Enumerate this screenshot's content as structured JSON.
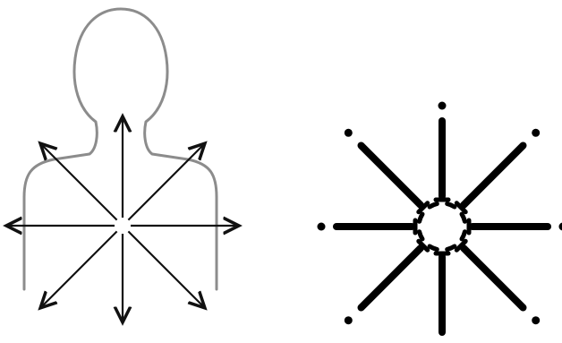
{
  "figure": {
    "panels": [
      {
        "name": "human-torso-radial-arrows",
        "directions": 8,
        "outline_color": "#8c8c8c",
        "arrow_color": "#111111",
        "line_style": "thin-arrows"
      },
      {
        "name": "radial-dumbbell-star",
        "directions": 8,
        "stroke_color": "#000000",
        "hub_shape": "dashed-ring",
        "line_style": "thick-bars-with-end-dots"
      }
    ],
    "text": []
  }
}
